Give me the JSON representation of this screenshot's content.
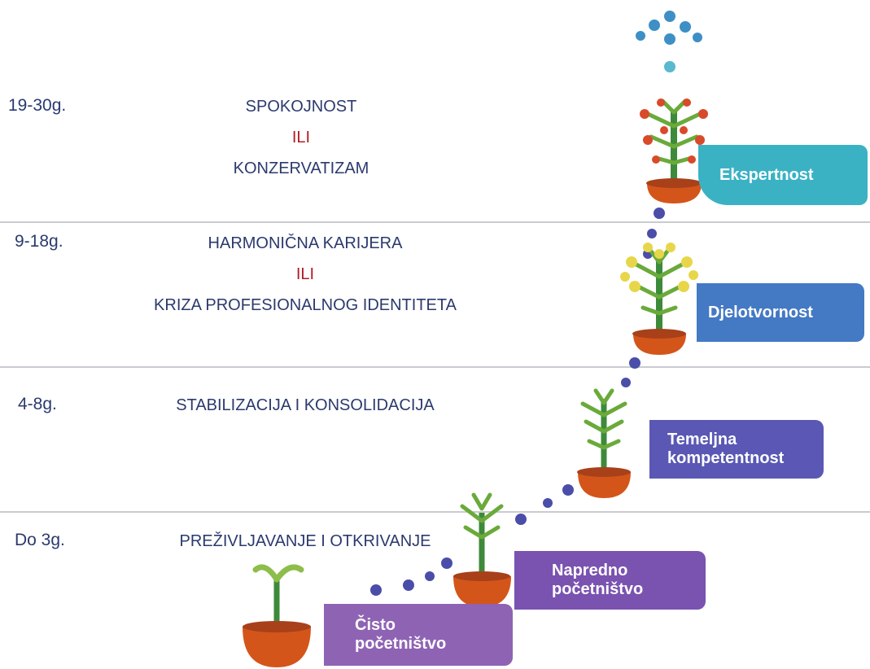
{
  "stages": [
    {
      "years": "19-30g.",
      "lines": [
        "SPOKOJNOST",
        "ILI",
        "KONZERVATIZAM"
      ]
    },
    {
      "years": "9-18g.",
      "lines": [
        "HARMONIČNA KARIJERA",
        "ILI",
        "KRIZA PROFESIONALNOG IDENTITETA"
      ]
    },
    {
      "years": "4-8g.",
      "lines": [
        "STABILIZACIJA I KONSOLIDACIJA"
      ]
    },
    {
      "years": "Do 3g.",
      "lines": [
        "PREŽIVLJAVANJE I OTKRIVANJE"
      ]
    }
  ],
  "levels": [
    {
      "label_lines": [
        "Čisto",
        "početništvo"
      ],
      "color": "#8e63b4"
    },
    {
      "label_lines": [
        "Napredno",
        "početništvo"
      ],
      "color": "#7a52b0"
    },
    {
      "label_lines": [
        "Temeljna",
        "kompetentnost"
      ],
      "color": "#5a58b4"
    },
    {
      "label_lines": [
        "Djelotvornost"
      ],
      "color": "#4479c4"
    },
    {
      "label_lines": [
        "Ekspertnost"
      ],
      "color": "#3ab2c4"
    }
  ],
  "colors": {
    "text": "#2b3a6e",
    "or": "#b01c22",
    "pot": "#d4551a",
    "stem": "#3d8a3a"
  }
}
